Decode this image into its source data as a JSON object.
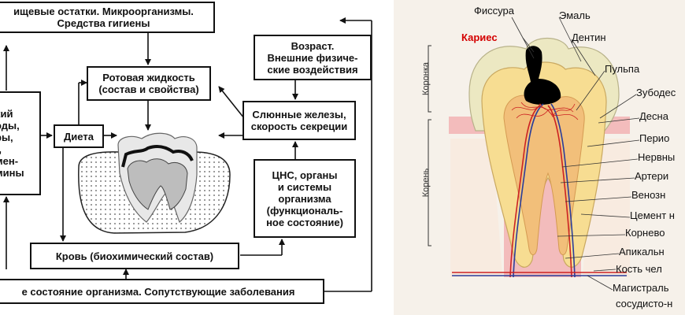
{
  "flowchart": {
    "box_food": "ищевые остатки. Микроорганизмы.\nСредства гигиены",
    "box_saliva_fluid": "Ротовая жидкость\n(состав и свойства)",
    "box_left_partial": "кий\nоды,\nры,\n),\nмен-\nмины",
    "box_diet": "Диета",
    "box_age": "Возраст.\nВнешние физиче-\nские воздействия",
    "box_glands": "Слюнные железы,\nскорость секреции",
    "box_cns": "ЦНС, органы\nи системы\nорганизма\n(функциональ-\nное состояние)",
    "box_blood": "Кровь (биохимический состав)",
    "box_general": "е состояние организма. Сопутствующие заболевания"
  },
  "tooth_anatomy": {
    "side_crown": "Коронка",
    "side_root": "Корень",
    "label_caries": "Кариес",
    "labels": [
      "Фиссура",
      "Эмаль",
      "Дентин",
      "Пульпа",
      "Зубодес",
      "Десна",
      "Перио",
      "Нервны",
      "Артери",
      "Венозн",
      "Цемент н",
      "Корнево",
      "Апикальн",
      "Кость чел",
      "Магистраль",
      "сосудисто-н"
    ],
    "colors": {
      "caries_label": "#d40000",
      "enamel": "#ece8c2",
      "dentin": "#f7dd92",
      "pulp": "#f2bf7a",
      "gum": "#f3bcbc",
      "caries": "#000000",
      "artery": "#cc2222",
      "vein": "#2a3d9a"
    }
  }
}
